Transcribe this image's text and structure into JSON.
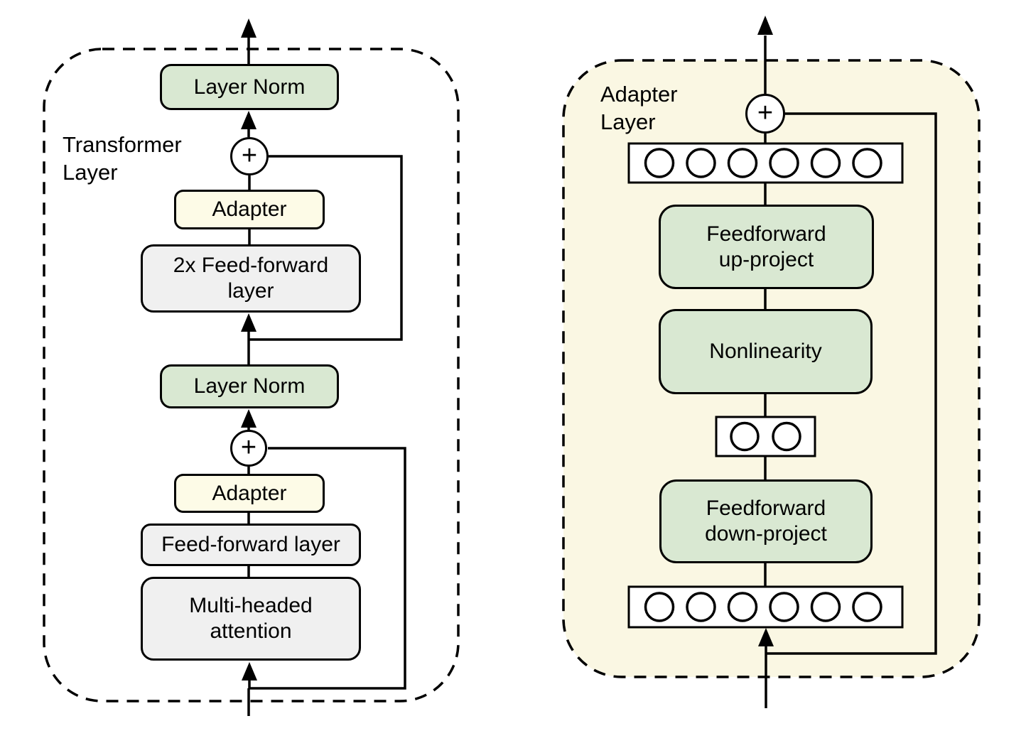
{
  "colors": {
    "box_green": "#d9e8d2",
    "box_yellow": "#fdfbe7",
    "box_gray": "#f0f0f0",
    "panel_cream": "#faf7e3",
    "line_black": "#000000",
    "background": "#ffffff"
  },
  "left_panel": {
    "label": "Transformer\nLayer",
    "plus": "+",
    "layer_norm_top": "Layer Norm",
    "adapter_top": "Adapter",
    "feed_forward_2x": "2x Feed-forward\nlayer",
    "layer_norm_bottom": "Layer Norm",
    "adapter_bottom": "Adapter",
    "feed_forward": "Feed-forward layer",
    "multi_head_attention": "Multi-headed\nattention"
  },
  "right_panel": {
    "label": "Adapter\nLayer",
    "plus": "+",
    "feedforward_up": "Feedforward\nup-project",
    "nonlinearity": "Nonlinearity",
    "feedforward_down": "Feedforward\ndown-project",
    "feature_dots": {
      "top_row": 6,
      "bottleneck_row": 2,
      "bottom_row": 6
    }
  }
}
